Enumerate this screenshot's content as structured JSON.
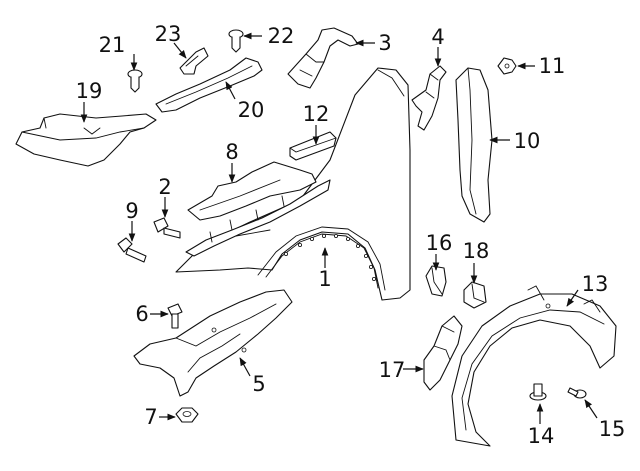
{
  "callouts": [
    "1",
    "2",
    "3",
    "4",
    "5",
    "6",
    "7",
    "8",
    "9",
    "10",
    "11",
    "12",
    "13",
    "14",
    "15",
    "16",
    "17",
    "18",
    "19",
    "20",
    "21",
    "22",
    "23"
  ],
  "line_color": "#111111",
  "background": "#ffffff"
}
